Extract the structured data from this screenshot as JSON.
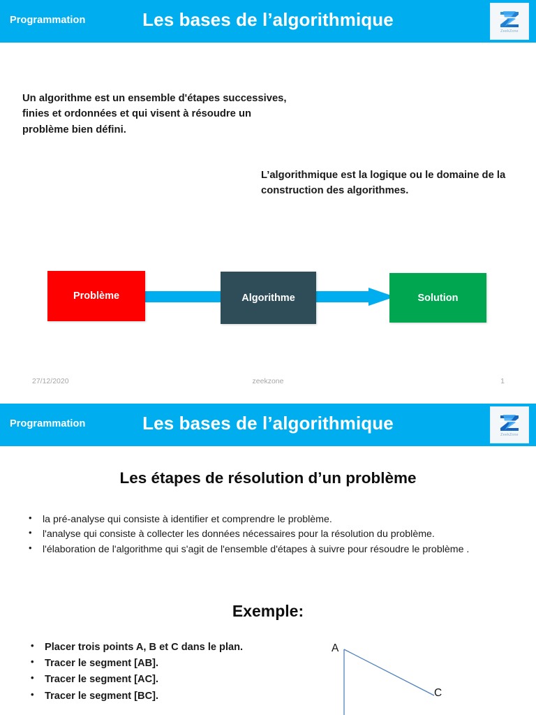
{
  "deck": {
    "header": {
      "kicker": "Programmation",
      "title": "Les bases de l’algorithmique",
      "logo_mark": "zs-monogram-icon",
      "logo_word": "ZeekZone",
      "background_color": "#00AEEF"
    },
    "footer": {
      "date": "27/12/2020",
      "brand": "zeekzone",
      "page_number": "1"
    }
  },
  "slide1": {
    "paragraphs": {
      "definition": "Un algorithme est un ensemble d'étapes successives, finies et ordonnées et qui visent à résoudre un problème bien défini.",
      "domain": "L’algorithmique est la logique ou le domaine de la construction des algorithmes."
    },
    "flow": {
      "arrow_color": "#00AEEF",
      "boxes": [
        {
          "label": "Problème",
          "color": "#FF0000"
        },
        {
          "label": "Algorithme",
          "color": "#2E4D59"
        },
        {
          "label": "Solution",
          "color": "#00A650"
        }
      ]
    }
  },
  "slide2": {
    "steps_title": "Les étapes de résolution d’un problème",
    "steps": [
      "la pré-analyse qui consiste à identifier et comprendre le problème.",
      "l'analyse qui consiste à collecter les données nécessaires pour la résolution du problème.",
      "l'élaboration de l'algorithme qui s'agit de l'ensemble d'étapes à suivre pour résoudre le problème ."
    ],
    "example_title": "Exemple:",
    "example_steps": [
      "Placer trois points A, B et C dans le plan.",
      "Tracer le segment [AB].",
      "Tracer le segment [AC].",
      "Tracer le segment [BC]."
    ],
    "figure": {
      "vertex_a": "A",
      "vertex_c": "C",
      "line_color": "#4F81BD"
    }
  }
}
